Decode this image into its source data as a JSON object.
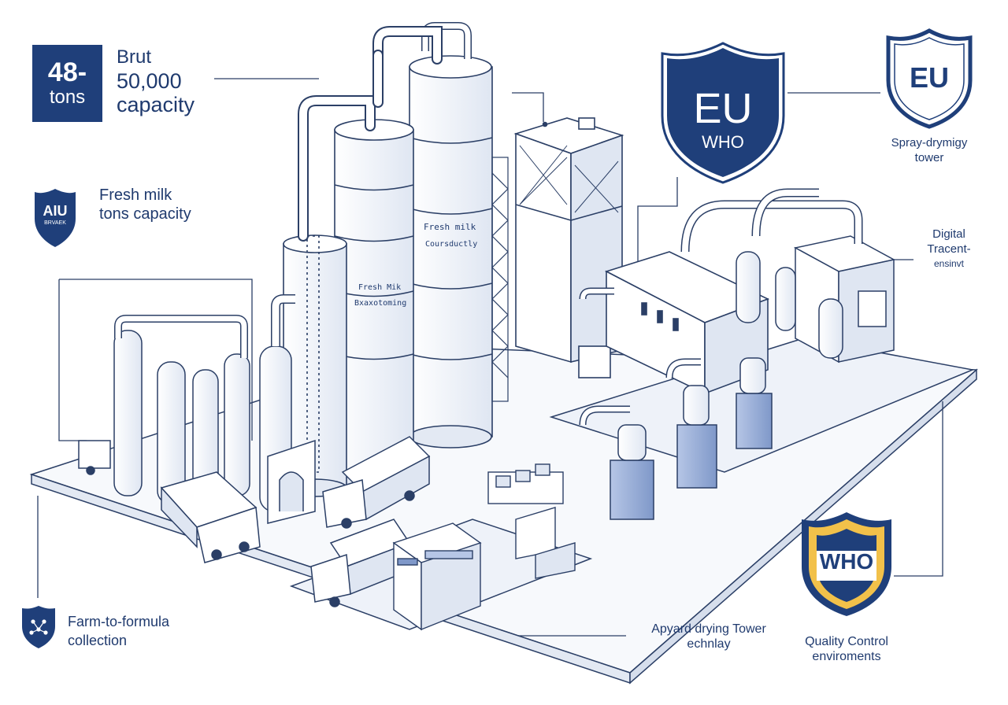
{
  "capacity_box": {
    "value": "48-",
    "unit": "tons"
  },
  "capacity_text": {
    "line1": "Brut",
    "line2": "50,000",
    "line3": "capacity"
  },
  "fresh_milk_badge": {
    "title": "AIU",
    "sub": "BRVAEK"
  },
  "fresh_milk_text": {
    "line1": "Fresh milk",
    "line2": "tons capacity"
  },
  "shield_eu_who": {
    "top": "EU",
    "bottom": "WHO"
  },
  "shield_eu": {
    "label": "EU"
  },
  "shield_who": {
    "label": "WHO"
  },
  "spray_tower_text": {
    "line1": "Spray-drymigy",
    "line2": "tower"
  },
  "digital_text": {
    "line1": "Digital",
    "line2": "Tracent-",
    "line3": "ensinvt"
  },
  "farm_text": {
    "line1": "Farm-to-formula",
    "line2": "collection"
  },
  "drying_text": {
    "line1": "Apyard drying Tower",
    "line2": "echnlay"
  },
  "quality_text": {
    "line1": "Quality Control",
    "line2": "enviroments"
  },
  "silo_labels": {
    "tall_1": "Fresh milk",
    "tall_2": "Coursductly",
    "mid_1": "Fresh Mik",
    "mid_2": "Bxaxotoming"
  },
  "colors": {
    "navy": "#1f3f7a",
    "line": "#2b3f66",
    "fill": "#f3f6fb",
    "accent": "#7f98c9",
    "gold": "#f2c14a"
  },
  "icons": [
    "shield-icon",
    "tower-icon",
    "truck-icon",
    "silo-icon",
    "network-icon"
  ]
}
